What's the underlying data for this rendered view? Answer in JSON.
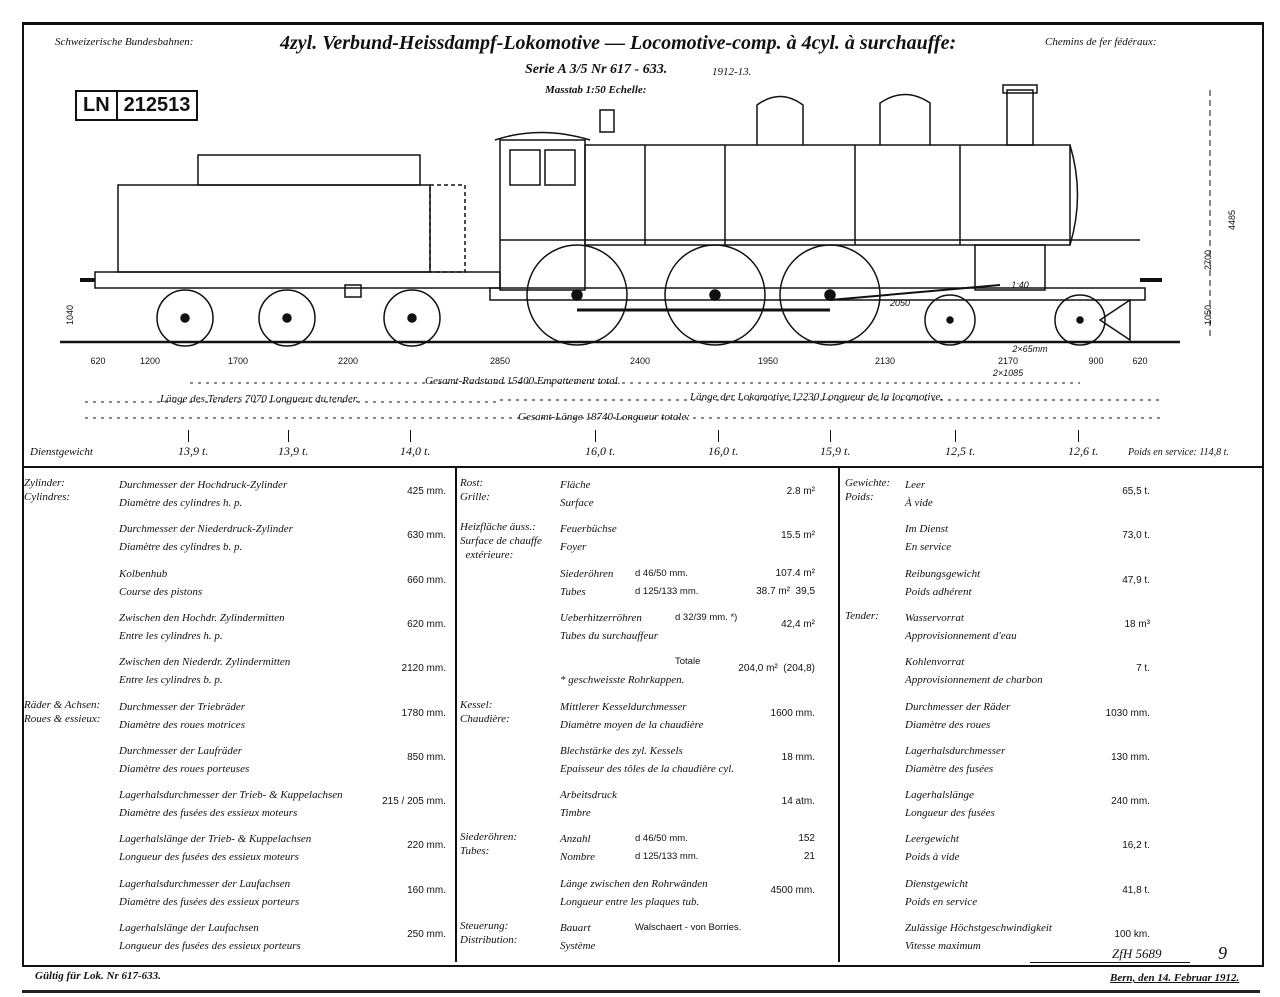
{
  "header": {
    "railway_de": "Schweizerische Bundesbahnen:",
    "railway_fr": "Chemins de fer fédéraux:",
    "title": "4zyl. Verbund-Heissdampf-Lokomotive — Locomotive-comp. à 4cyl. à surchauffe:",
    "series": "Serie A 3/5 Nr 617 - 633.",
    "years": "1912-13.",
    "scale": "Masstab 1:50 Echelle:",
    "stamp_prefix": "LN",
    "stamp_number": "212513"
  },
  "side_dimensions": {
    "total_height": "4485",
    "boiler_axis": "2700",
    "buffer_height_loco": "1050",
    "buffer_height_tender": "1040",
    "ratio": "1:40",
    "spring": "2050"
  },
  "axle_spacing": {
    "values": [
      "620",
      "1200",
      "1700",
      "2200",
      "2850",
      "2400",
      "1950",
      "2130",
      "2170",
      "900",
      "620"
    ],
    "note_top": "2×65mm",
    "note_bottom": "2×1085"
  },
  "lengths": {
    "wheelbase": "Gesamt-Radstand 15400 Empattement total.",
    "tender": "Länge des Tenders 7070 Longueur du tender.",
    "loco": "Länge der Lokomotive 12230 Longueur de la locomotive.",
    "total": "Gesamt-Länge 18740 Longueur totale:"
  },
  "axle_weights": {
    "label": "Dienstgewicht",
    "values": [
      "13,9 t.",
      "13,9 t.",
      "14,0 t.",
      "16,0 t.",
      "16,0 t.",
      "15,9 t.",
      "12,5 t.",
      "12,6 t."
    ],
    "total": "Poids en service: 114,8 t."
  },
  "table": {
    "left": [
      {
        "group": "Zylinder:\nCylindres:",
        "de": "Durchmesser der Hochdruck-Zylinder",
        "fr": "Diamètre des cylindres h. p.",
        "value": "425 mm."
      },
      {
        "de": "Durchmesser der Niederdruck-Zylinder",
        "fr": "Diamètre des cylindres b. p.",
        "value": "630 mm."
      },
      {
        "de": "Kolbenhub",
        "fr": "Course des pistons",
        "value": "660 mm."
      },
      {
        "de": "Zwischen den Hochdr. Zylindermitten",
        "fr": "Entre les cylindres h. p.",
        "value": "620 mm."
      },
      {
        "de": "Zwischen den Niederdr. Zylindermitten",
        "fr": "Entre les cylindres b. p.",
        "value": "2120 mm."
      },
      {
        "group": "Räder & Achsen:\nRoues & essieux:",
        "de": "Durchmesser der Triebräder",
        "fr": "Diamètre des roues motrices",
        "value": "1780 mm."
      },
      {
        "de": "Durchmesser der Laufräder",
        "fr": "Diamètre des roues porteuses",
        "value": "850 mm."
      },
      {
        "de": "Lagerhalsdurchmesser der Trieb- & Kuppelachsen",
        "fr": "Diamètre des fusées des essieux moteurs",
        "value": "215 / 205 mm."
      },
      {
        "de": "Lagerhalslänge der Trieb- & Kuppelachsen",
        "fr": "Longueur des fusées des essieux moteurs",
        "value": "220 mm."
      },
      {
        "de": "Lagerhalsdurchmesser der Laufachsen",
        "fr": "Diamètre des fusées des essieux porteurs",
        "value": "160 mm."
      },
      {
        "de": "Lagerhalslänge der Laufachsen",
        "fr": "Longueur des fusées des essieux porteurs",
        "value": "250 mm."
      }
    ],
    "middle": [
      {
        "group": "Rost:\nGrille:",
        "de": "Fläche",
        "fr": "Surface",
        "value": "2.8 m²"
      },
      {
        "group": "Heizfläche äuss.:\nSurface de chauffe\n  extérieure:",
        "de": "Feuerbüchse",
        "fr": "Foyer",
        "value": "15.5 m²"
      },
      {
        "de": "Siederöhren",
        "fr": "Tubes",
        "mid": "d 46/50 mm.\nd 125/133 mm.",
        "value": "107.4 m²\n38.7 m²  39,5"
      },
      {
        "de": "Ueberhitzerröhren",
        "fr": "Tubes du surchauffeur",
        "mid": "d 32/39 mm. *)",
        "value": "42,4 m²"
      },
      {
        "de": "",
        "fr": "* geschweisste Rohrkappen.",
        "mid": "Totale",
        "value": "204,0 m²  (204,8)"
      },
      {
        "group": "Kessel:\nChaudière:",
        "de": "Mittlerer Kesseldurchmesser",
        "fr": "Diamètre moyen de la chaudière",
        "value": "1600 mm."
      },
      {
        "de": "Blechstärke des zyl. Kessels",
        "fr": "Epaisseur des tôles de la chaudière cyl.",
        "value": "18 mm."
      },
      {
        "de": "Arbeitsdruck",
        "fr": "Timbre",
        "value": "14 atm."
      },
      {
        "group": "Siederöhren:\nTubes:",
        "de": "Anzahl",
        "fr": "Nombre",
        "mid": "d 46/50 mm.\nd 125/133 mm.",
        "value": "152\n21"
      },
      {
        "de": "Länge zwischen den Rohrwänden",
        "fr": "Longueur entre les plaques tub.",
        "value": "4500 mm."
      },
      {
        "group": "Steuerung:\nDistribution:",
        "de": "Bauart",
        "fr": "Système",
        "mid": "Walschaert - von Borries.",
        "value": ""
      }
    ],
    "right": [
      {
        "group": "Gewichte:\nPoids:",
        "de": "Leer",
        "fr": "À vide",
        "value": "65,5 t."
      },
      {
        "de": "Im Dienst",
        "fr": "En service",
        "value": "73,0 t."
      },
      {
        "de": "Reibungsgewicht",
        "fr": "Poids adhérent",
        "value": "47,9 t."
      },
      {
        "group": "Tender:",
        "de": "Wasservorrat",
        "fr": "Approvisionnement d'eau",
        "value": "18 m³"
      },
      {
        "de": "Kohlenvorrat",
        "fr": "Approvisionnement de charbon",
        "value": "7 t."
      },
      {
        "de": "Durchmesser der Räder",
        "fr": "Diamètre des roues",
        "value": "1030 mm."
      },
      {
        "de": "Lagerhalsdurchmesser",
        "fr": "Diamètre des fusées",
        "value": "130 mm."
      },
      {
        "de": "Lagerhalslänge",
        "fr": "Longueur des fusées",
        "value": "240 mm."
      },
      {
        "de": "Leergewicht",
        "fr": "Poids à vide",
        "value": "16,2 t."
      },
      {
        "de": "Dienstgewicht",
        "fr": "Poids en service",
        "value": "41,8 t."
      },
      {
        "de": "Zulässige Höchstgeschwindigkeit",
        "fr": "Vitesse maximum",
        "value": "100 km."
      }
    ]
  },
  "footer": {
    "drawing_no": "ZfH 5689",
    "sheet": "9",
    "valid_for": "Gültig für Lok. Nr 617-633.",
    "place_date": "Bern, den 14. Februar 1912."
  }
}
